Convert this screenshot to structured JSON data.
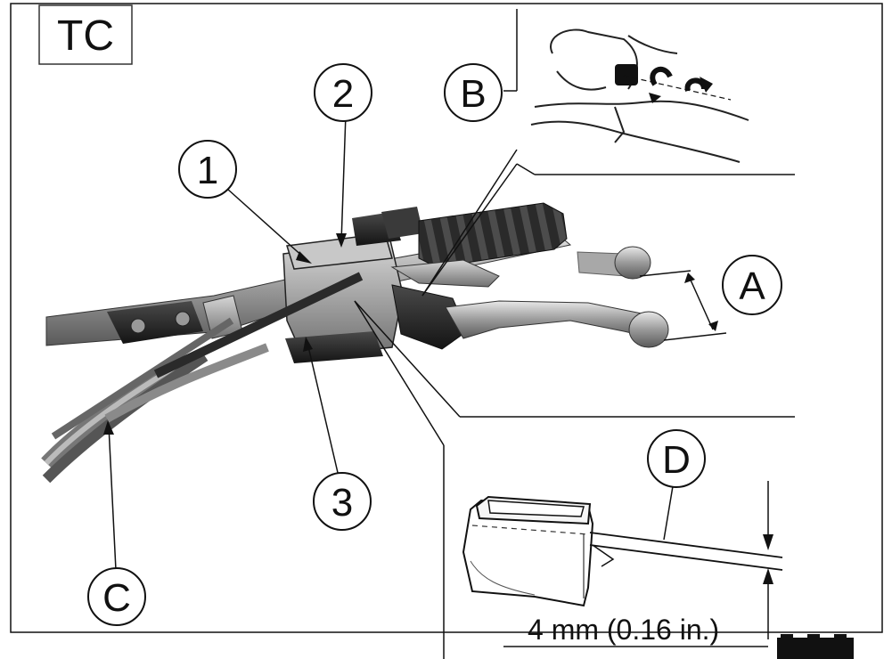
{
  "section_tag": "TC",
  "callouts": {
    "one": "1",
    "two": "2",
    "three": "3",
    "a": "A",
    "b": "B",
    "c": "C",
    "d": "D"
  },
  "measurement": "4 mm (0.16 in.)",
  "icon": "ktm-crown-logo-icon"
}
